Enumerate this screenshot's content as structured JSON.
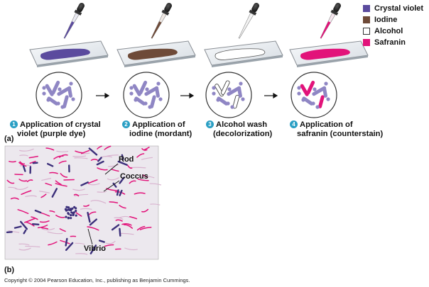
{
  "legend": [
    {
      "label": "Crystal violet",
      "color": "#5b4b9e"
    },
    {
      "label": "Iodine",
      "color": "#6e4a38"
    },
    {
      "label": "Alcohol",
      "color": "#ffffff"
    },
    {
      "label": "Safranin",
      "color": "#e2137a"
    }
  ],
  "steps": [
    {
      "number": "1",
      "line1": "Application of crystal",
      "line2": "violet (purple dye)"
    },
    {
      "number": "2",
      "line1": "Application of",
      "line2": "iodine (mordant)"
    },
    {
      "number": "3",
      "line1": "Alcohol wash",
      "line2": "(decolorization)"
    },
    {
      "number": "4",
      "line1": "Application of",
      "line2": "safranin (counterstain)"
    }
  ],
  "panel_a_label": "(a)",
  "panel_b_label": "(b)",
  "micrograph_labels": {
    "rod": "Rod",
    "coccus": "Coccus",
    "vibrio": "Vibrio"
  },
  "copyright": "Copyright © 2004 Pearson Education, Inc., publishing as Benjamin Cummings.",
  "colors": {
    "crystal_violet": "#5b4b9e",
    "iodine": "#6e4a38",
    "safranin": "#e2137a",
    "cell_light": "#8f86c4",
    "step_badge": "#2a9fc4"
  }
}
